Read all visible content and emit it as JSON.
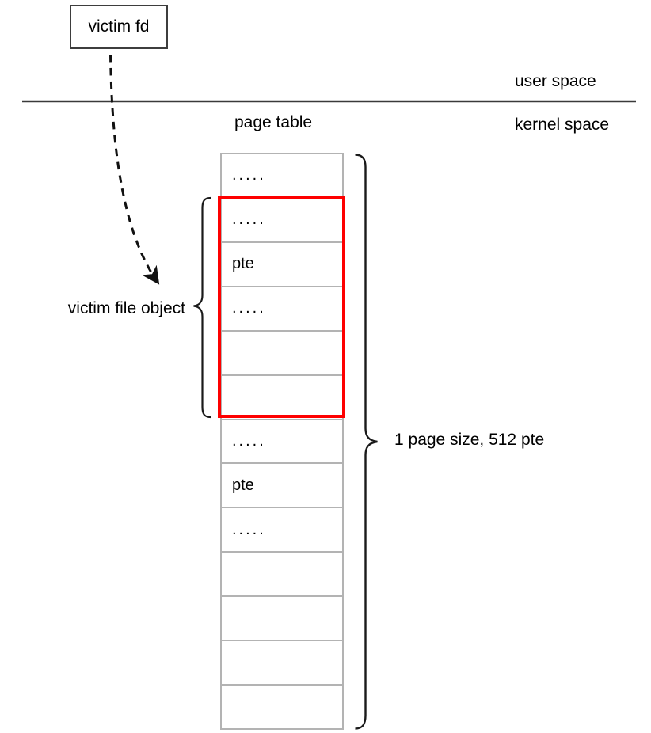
{
  "diagram": {
    "victim_fd": {
      "label": "victim fd"
    },
    "user_space_label": "user space",
    "kernel_space_label": "kernel space",
    "page_table": {
      "title": "page table",
      "rows": [
        {
          "label": ".....",
          "in_red_box": false
        },
        {
          "label": ".....",
          "in_red_box": true
        },
        {
          "label": "pte",
          "in_red_box": true
        },
        {
          "label": ".....",
          "in_red_box": true
        },
        {
          "label": "",
          "in_red_box": true
        },
        {
          "label": "",
          "in_red_box": true
        },
        {
          "label": ".....",
          "in_red_box": false
        },
        {
          "label": "pte",
          "in_red_box": false
        },
        {
          "label": ".....",
          "in_red_box": false
        },
        {
          "label": "",
          "in_red_box": false
        },
        {
          "label": "",
          "in_red_box": false
        },
        {
          "label": "",
          "in_red_box": false
        },
        {
          "label": "",
          "in_red_box": false
        }
      ]
    },
    "victim_file_object_label": "victim file object",
    "page_size_label": "1 page size, 512 pte",
    "colors": {
      "highlight_red": "#fe0000",
      "table_border": "#b3b3b3",
      "stroke_black": "#1a1a1a"
    }
  }
}
